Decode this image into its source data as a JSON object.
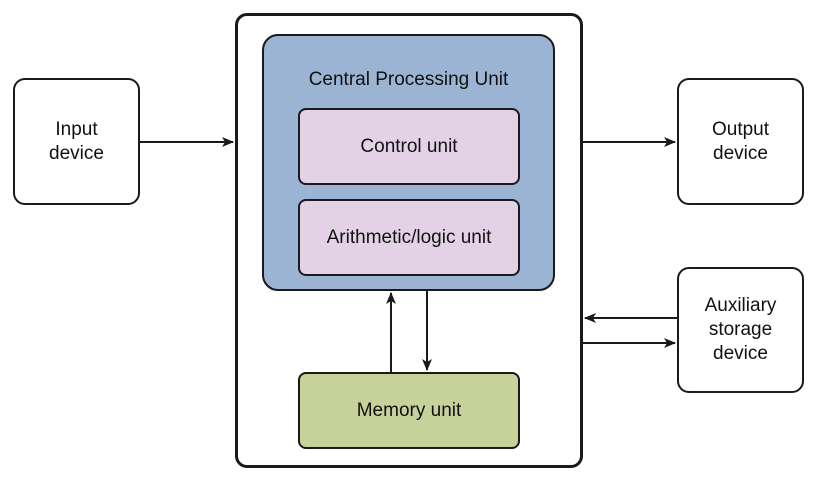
{
  "diagram": {
    "input_device": "Input\ndevice",
    "output_device": "Output\ndevice",
    "auxiliary_storage": "Auxiliary\nstorage\ndevice",
    "cpu_title": "Central Processing Unit",
    "control_unit": "Control unit",
    "alu": "Arithmetic/logic unit",
    "memory_unit": "Memory unit"
  },
  "colors": {
    "cpu_fill": "#9bb4d4",
    "cpu_subunit_fill": "#e3d2e6",
    "memory_fill": "#c7d19a",
    "stroke": "#1a1a1a"
  }
}
